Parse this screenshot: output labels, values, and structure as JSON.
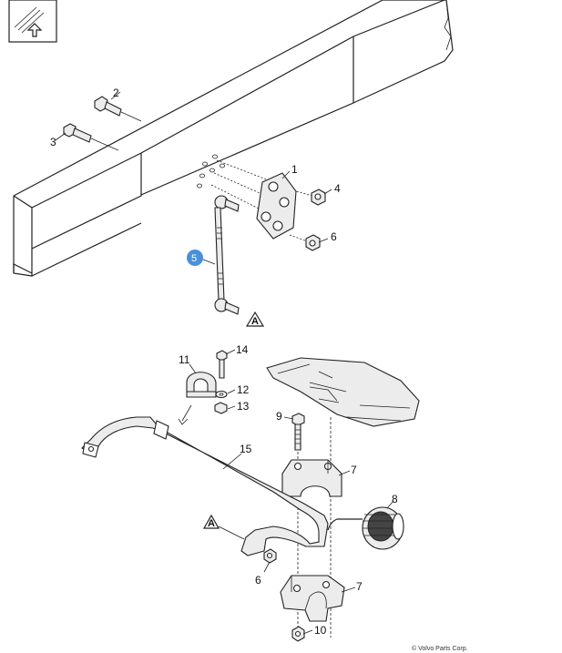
{
  "callouts": {
    "c1": "1",
    "c2": "2",
    "c3": "3",
    "c4": "4",
    "c5": "5",
    "c6a": "6",
    "c6b": "6",
    "c7a": "7",
    "c7b": "7",
    "c8": "8",
    "c9": "9",
    "c10": "10",
    "c11": "11",
    "c12": "12",
    "c13": "13",
    "c14": "14",
    "c15": "15"
  },
  "ref_markers": {
    "top": "A",
    "bottom": "A"
  },
  "highlight_color": "#4a90d9",
  "copyright": "© Volvo Parts Corp."
}
